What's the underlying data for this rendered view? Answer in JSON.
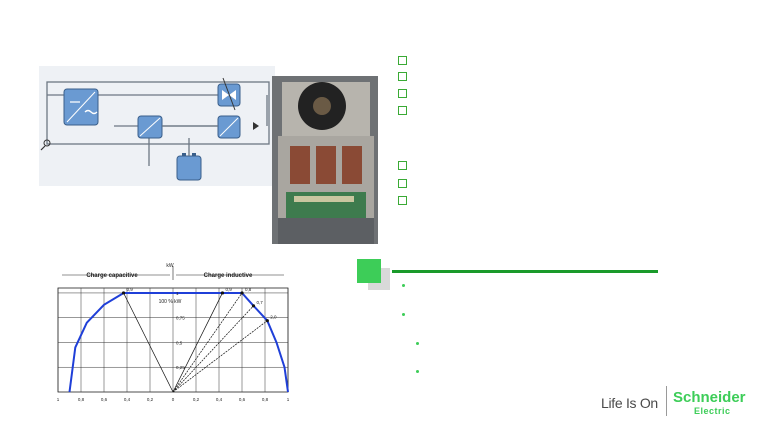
{
  "chart": {
    "top_label": "kW",
    "left_region": "Charge capacitive",
    "right_region": "Charge inductive",
    "percent_label": "100 % kW",
    "x_ticks": [
      "1",
      "0,8",
      "0,6",
      "0,4",
      "0,2",
      "0",
      "0,2",
      "0,4",
      "0,6",
      "0,8",
      "1"
    ],
    "y_ticks": [
      "1",
      "0,75",
      "0,5",
      "0,25"
    ],
    "point_labels": [
      "0,9",
      "0,9",
      "0,8",
      "0,7",
      "2,0"
    ]
  },
  "chart_data": {
    "type": "line",
    "x_range": [
      -1,
      1
    ],
    "y_range": [
      0,
      1.05
    ],
    "grid": true,
    "series": [
      {
        "x": [
          -0.9,
          -0.85,
          -0.75,
          -0.6,
          -0.43,
          0.43,
          0.6,
          0.7,
          0.82,
          0.9,
          0.97,
          1.0
        ],
        "y": [
          0,
          0.45,
          0.7,
          0.88,
          1,
          1,
          1,
          0.87,
          0.72,
          0.5,
          0.25,
          0
        ]
      }
    ],
    "arrows_to": [
      [
        -0.43,
        1
      ],
      [
        0.43,
        1
      ],
      [
        0.6,
        1
      ],
      [
        0.7,
        0.87
      ],
      [
        0.82,
        0.72
      ]
    ]
  },
  "logo": {
    "tagline": "Life Is On",
    "brand": "Schneider",
    "brand_sub": "Electric"
  }
}
